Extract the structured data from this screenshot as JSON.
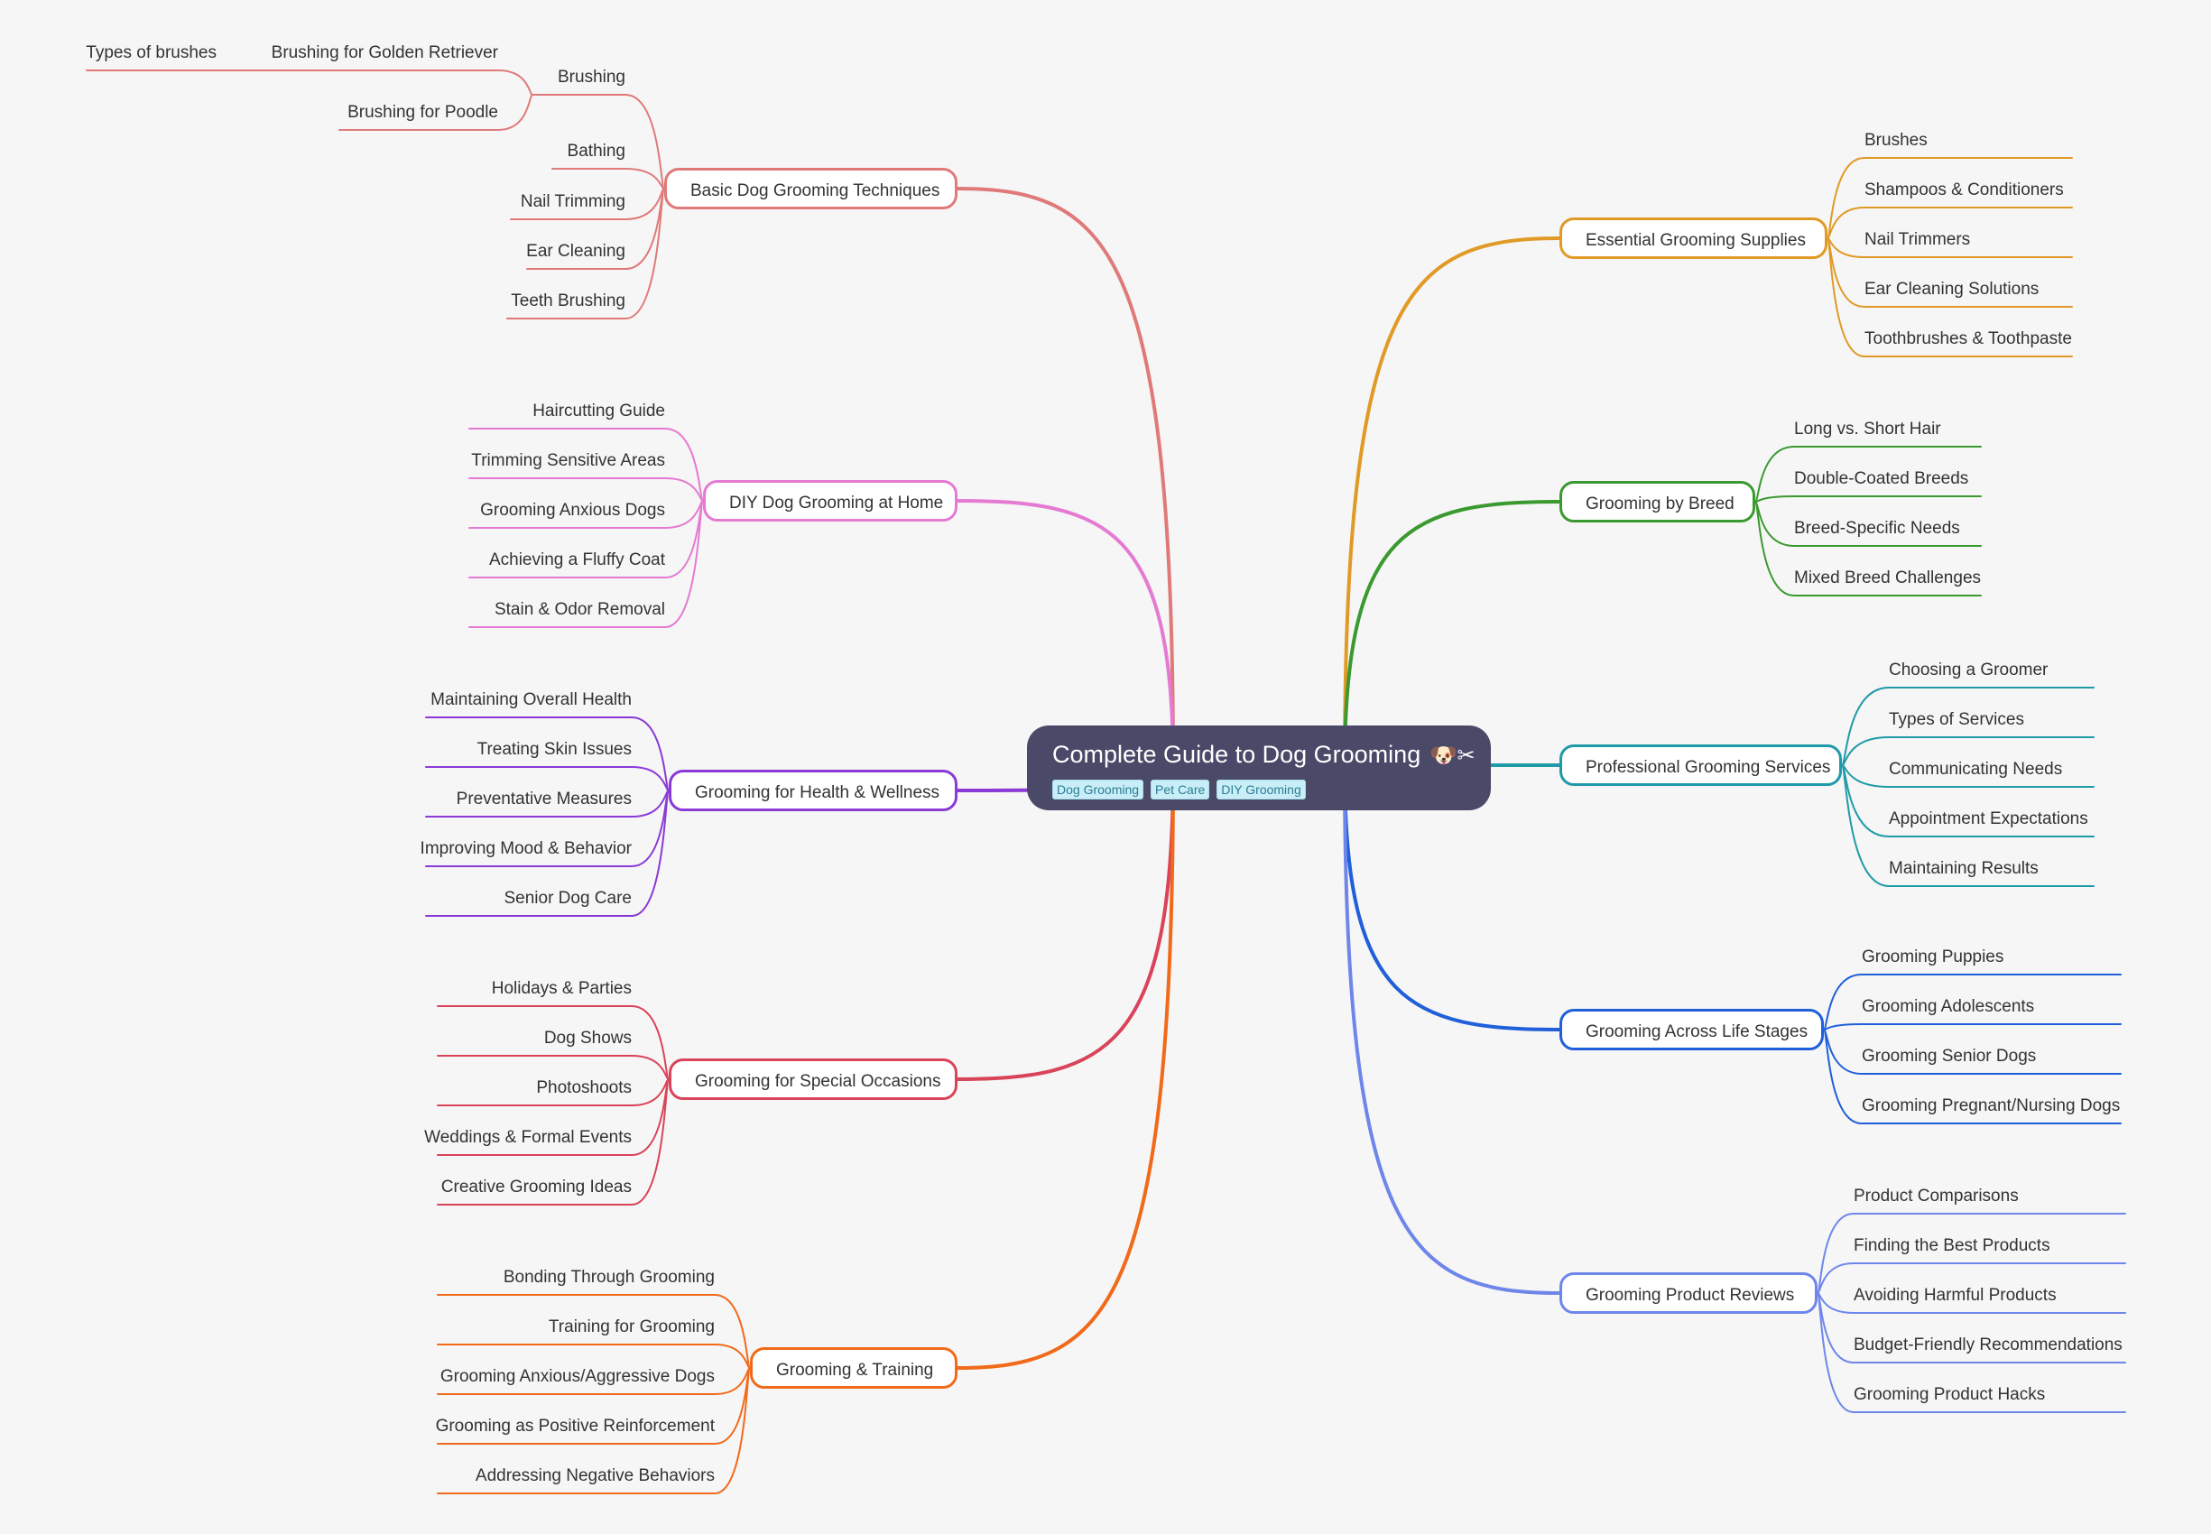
{
  "root": {
    "title": "Complete Guide to Dog Grooming",
    "icons": "🐶✂",
    "tags": [
      "Dog Grooming",
      "Pet Care",
      "DIY Grooming"
    ]
  },
  "branches": [
    {
      "id": "basic-techniques",
      "label": "Basic Dog Grooming Techniques",
      "side": "left",
      "color": "#e07a7a",
      "children": [
        {
          "label": "Brushing",
          "children": [
            {
              "label": "Brushing for Golden Retriever",
              "children": [
                {
                  "label": "Types of brushes"
                }
              ]
            },
            {
              "label": "Brushing for Poodle"
            }
          ]
        },
        {
          "label": "Bathing"
        },
        {
          "label": "Nail Trimming"
        },
        {
          "label": "Ear Cleaning"
        },
        {
          "label": "Teeth Brushing"
        }
      ]
    },
    {
      "id": "diy-home",
      "label": "DIY Dog Grooming at Home",
      "side": "left",
      "color": "#e57ad3",
      "children": [
        {
          "label": "Haircutting Guide"
        },
        {
          "label": "Trimming Sensitive Areas"
        },
        {
          "label": "Grooming Anxious Dogs"
        },
        {
          "label": "Achieving a Fluffy Coat"
        },
        {
          "label": "Stain & Odor Removal"
        }
      ]
    },
    {
      "id": "health-wellness",
      "label": "Grooming for Health & Wellness",
      "side": "left",
      "color": "#8a3ad6",
      "children": [
        {
          "label": "Maintaining Overall Health"
        },
        {
          "label": "Treating Skin Issues"
        },
        {
          "label": "Preventative Measures"
        },
        {
          "label": "Improving Mood & Behavior"
        },
        {
          "label": "Senior Dog Care"
        }
      ]
    },
    {
      "id": "special-occasions",
      "label": "Grooming for Special Occasions",
      "side": "left",
      "color": "#d94459",
      "children": [
        {
          "label": "Holidays & Parties"
        },
        {
          "label": "Dog Shows"
        },
        {
          "label": "Photoshoots"
        },
        {
          "label": "Weddings & Formal Events"
        },
        {
          "label": "Creative Grooming Ideas"
        }
      ]
    },
    {
      "id": "training",
      "label": "Grooming & Training",
      "side": "left",
      "color": "#f06a1a",
      "children": [
        {
          "label": "Bonding Through Grooming"
        },
        {
          "label": "Training for Grooming"
        },
        {
          "label": "Grooming Anxious/Aggressive Dogs"
        },
        {
          "label": "Grooming as Positive Reinforcement"
        },
        {
          "label": "Addressing Negative Behaviors"
        }
      ]
    },
    {
      "id": "supplies",
      "label": "Essential Grooming Supplies",
      "side": "right",
      "color": "#e09a25",
      "children": [
        {
          "label": "Brushes"
        },
        {
          "label": "Shampoos & Conditioners"
        },
        {
          "label": "Nail Trimmers"
        },
        {
          "label": "Ear Cleaning Solutions"
        },
        {
          "label": "Toothbrushes & Toothpaste"
        }
      ]
    },
    {
      "id": "by-breed",
      "label": "Grooming by Breed",
      "side": "right",
      "color": "#3a9a2f",
      "children": [
        {
          "label": "Long vs. Short Hair"
        },
        {
          "label": "Double-Coated Breeds"
        },
        {
          "label": "Breed-Specific Needs"
        },
        {
          "label": "Mixed Breed Challenges"
        }
      ]
    },
    {
      "id": "professional",
      "label": "Professional Grooming Services",
      "side": "right",
      "color": "#1f9aa8",
      "children": [
        {
          "label": "Choosing a Groomer"
        },
        {
          "label": "Types of Services"
        },
        {
          "label": "Communicating Needs"
        },
        {
          "label": "Appointment Expectations"
        },
        {
          "label": "Maintaining Results"
        }
      ]
    },
    {
      "id": "life-stages",
      "label": "Grooming Across Life Stages",
      "side": "right",
      "color": "#1f5fd9",
      "children": [
        {
          "label": "Grooming Puppies"
        },
        {
          "label": "Grooming Adolescents"
        },
        {
          "label": "Grooming Senior Dogs"
        },
        {
          "label": "Grooming Pregnant/Nursing Dogs"
        }
      ]
    },
    {
      "id": "product-reviews",
      "label": "Grooming Product Reviews",
      "side": "right",
      "color": "#6e86ea",
      "children": [
        {
          "label": "Product Comparisons"
        },
        {
          "label": "Finding the Best Products"
        },
        {
          "label": "Avoiding Harmful Products"
        },
        {
          "label": "Budget-Friendly Recommendations"
        },
        {
          "label": "Grooming Product Hacks"
        }
      ]
    }
  ]
}
